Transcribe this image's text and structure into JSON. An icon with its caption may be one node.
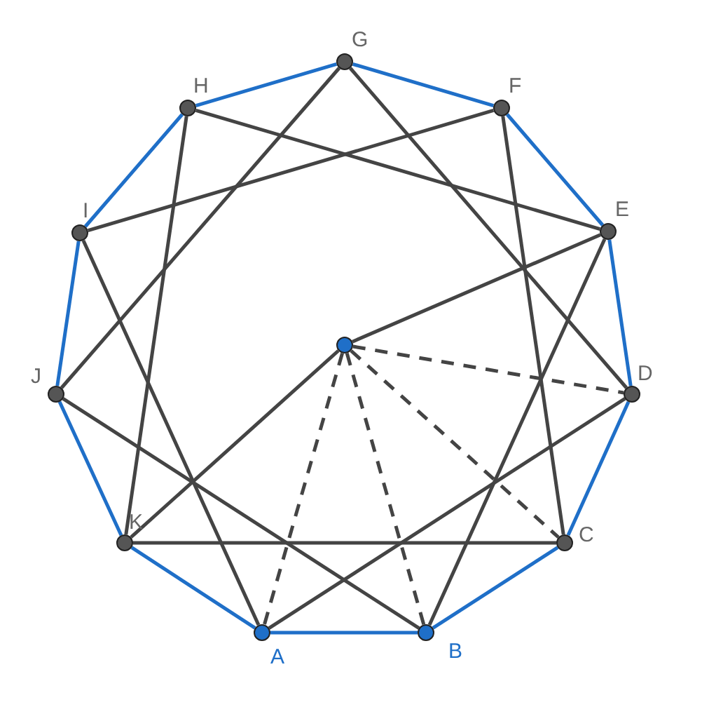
{
  "diagram": {
    "nodes": [
      {
        "text": [
          "A"
        ]
      },
      {
        "text": [
          "B"
        ]
      },
      {
        "text": [
          "C"
        ]
      },
      {
        "text": [
          "D"
        ]
      },
      {
        "text": [
          "E"
        ]
      },
      {
        "text": [
          "F"
        ]
      },
      {
        "text": [
          "G"
        ]
      },
      {
        "text": [
          "H"
        ]
      },
      {
        "text": [
          "I"
        ]
      },
      {
        "text": [
          "J"
        ]
      },
      {
        "text": [
          "K"
        ]
      },
      {
        "text": [],
        "shape": "circle"
      }
    ],
    "edges": [
      {
        "from": 0,
        "to": 1,
        "arrow": "none",
        "color": "#1f6fc8"
      },
      {
        "from": 1,
        "to": 2,
        "arrow": "none",
        "color": "#1f6fc8"
      },
      {
        "from": 2,
        "to": 3,
        "arrow": "none",
        "color": "#1f6fc8"
      },
      {
        "from": 3,
        "to": 4,
        "arrow": "none",
        "color": "#1f6fc8"
      },
      {
        "from": 4,
        "to": 5,
        "arrow": "none",
        "color": "#1f6fc8"
      },
      {
        "from": 5,
        "to": 6,
        "arrow": "none",
        "color": "#1f6fc8"
      },
      {
        "from": 6,
        "to": 7,
        "arrow": "none",
        "color": "#1f6fc8"
      },
      {
        "from": 7,
        "to": 8,
        "arrow": "none",
        "color": "#1f6fc8"
      },
      {
        "from": 8,
        "to": 9,
        "arrow": "none",
        "color": "#1f6fc8"
      },
      {
        "from": 9,
        "to": 10,
        "arrow": "none",
        "color": "#1f6fc8"
      },
      {
        "from": 10,
        "to": 0,
        "arrow": "none",
        "color": "#1f6fc8"
      },
      {
        "from": 6,
        "to": 9,
        "arrow": "none"
      },
      {
        "from": 6,
        "to": 3,
        "arrow": "none"
      },
      {
        "from": 7,
        "to": 4,
        "arrow": "none"
      },
      {
        "from": 7,
        "to": 10,
        "arrow": "none"
      },
      {
        "from": 5,
        "to": 8,
        "arrow": "none"
      },
      {
        "from": 5,
        "to": 2,
        "arrow": "none"
      },
      {
        "from": 8,
        "to": 0,
        "arrow": "none"
      },
      {
        "from": 9,
        "to": 1,
        "arrow": "none"
      },
      {
        "from": 10,
        "to": 2,
        "arrow": "none"
      },
      {
        "from": 4,
        "to": 1,
        "arrow": "none"
      },
      {
        "from": 3,
        "to": 0,
        "arrow": "none"
      },
      {
        "from": 11,
        "to": 4,
        "arrow": "none"
      },
      {
        "from": 11,
        "to": 10,
        "arrow": "none"
      },
      {
        "from": 11,
        "to": 0,
        "arrow": "none",
        "style": "dashed"
      },
      {
        "from": 11,
        "to": 1,
        "arrow": "none",
        "style": "dashed"
      },
      {
        "from": 11,
        "to": 2,
        "arrow": "none",
        "style": "dashed"
      },
      {
        "from": 11,
        "to": 3,
        "arrow": "none",
        "style": "dashed"
      }
    ]
  }
}
